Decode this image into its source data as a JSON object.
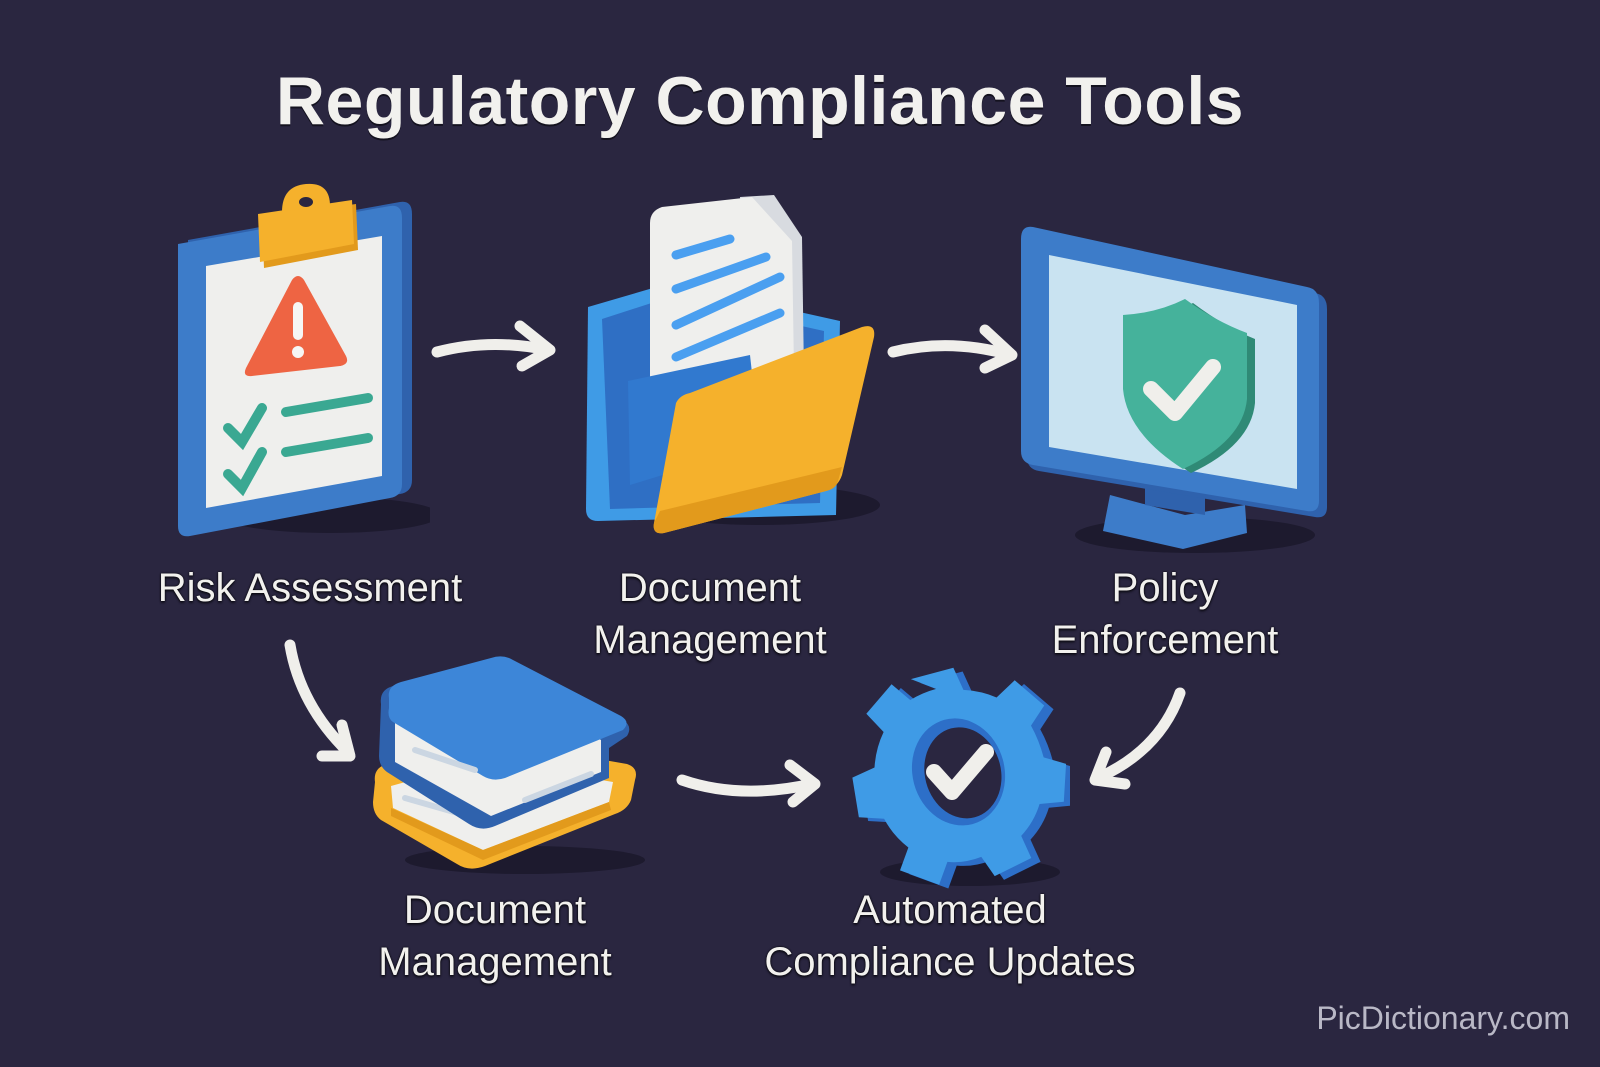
{
  "title": "Regulatory Compliance Tools",
  "nodes": [
    {
      "id": "risk-assessment",
      "label_lines": [
        "Risk Assessment"
      ],
      "icon": "clipboard-warning-icon"
    },
    {
      "id": "document-management-top",
      "label_lines": [
        "Document",
        "Management"
      ],
      "icon": "folder-document-icon"
    },
    {
      "id": "policy-enforcement",
      "label_lines": [
        "Policy",
        "Enforcement"
      ],
      "icon": "monitor-shield-icon"
    },
    {
      "id": "document-management-bottom",
      "label_lines": [
        "Document",
        "Management"
      ],
      "icon": "book-stack-icon"
    },
    {
      "id": "automated-compliance-updates",
      "label_lines": [
        "Automated",
        "Compliance Updates"
      ],
      "icon": "gear-check-icon"
    }
  ],
  "edges": [
    {
      "from": "risk-assessment",
      "to": "document-management-top"
    },
    {
      "from": "document-management-top",
      "to": "policy-enforcement"
    },
    {
      "from": "risk-assessment",
      "to": "document-management-bottom"
    },
    {
      "from": "document-management-bottom",
      "to": "automated-compliance-updates"
    },
    {
      "from": "policy-enforcement",
      "to": "automated-compliance-updates"
    }
  ],
  "watermark": "PicDictionary.com",
  "colors": {
    "background": "#2a2640",
    "text": "#f2f1ee",
    "blue": "#3d86d8",
    "blue_dark": "#2f62ad",
    "yellow": "#f5b12c",
    "red": "#ee6443",
    "teal": "#3aa892",
    "paper": "#eeeeec"
  }
}
